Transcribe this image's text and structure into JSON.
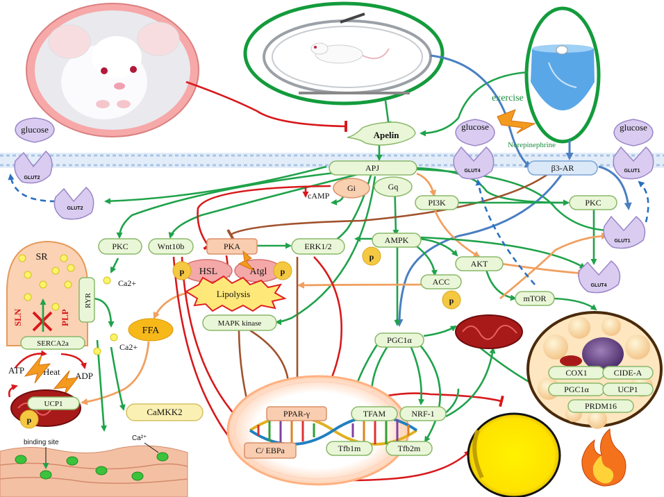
{
  "labels": {
    "apelin": "Apelin",
    "apj": "APJ",
    "gi": "Gi",
    "gq": "Gq",
    "camp": "cAMP",
    "pi3k": "PI3K",
    "pkc_right": "PKC",
    "pkc_left": "PKC",
    "wnt10b": "Wnt10b",
    "pka": "PKA",
    "erk": "ERK1/2",
    "ampk": "AMPK",
    "akt": "AKT",
    "acc": "ACC",
    "mtor": "mTOR",
    "hsl": "HSL",
    "atgl": "Atgl",
    "lipolysis": "Lipolysis",
    "mapk": "MAPK kinase",
    "ffa": "FFA",
    "ca_upper": "Ca2+",
    "ca_lower": "Ca2+",
    "sr": "SR",
    "sln": "SLN",
    "plp": "PLP",
    "ryr": "RYR",
    "serca": "SERCA2a",
    "atp": "ATP",
    "adp": "ADP",
    "heat": "Heat",
    "ucp1_left": "UCP1",
    "camkk2": "CaMKK2",
    "pgc1a": "PGC1α",
    "tfam": "TFAM",
    "nrf1": "NRF-1",
    "tfb1m": "Tfb1m",
    "tfb2m": "Tfb2m",
    "pparg": "PPAR-γ",
    "cebpa": "C/ EBPa",
    "exercise": "exercise",
    "norepinephrine": "Norepinephrine",
    "b3ar": "β3-AR",
    "glucose_left": "glucose",
    "glucose_mid": "glucose",
    "glucose_right": "glucose",
    "glut2_top": "GLUT2",
    "glut2_bottom": "GLUT2",
    "glut4_top": "GLUT4",
    "glut4_bottom": "GLUT4",
    "glut1_top": "GLUT1",
    "glut1_bottom": "GLUT1",
    "p": "p",
    "binding_site": "binding site",
    "ca2_plus": "Ca²⁺",
    "cox1": "COX1",
    "cidea": "CIDE-A",
    "pgc1a_cell": "PGC1α",
    "ucp1_cell": "UCP1",
    "prdm16": "PRDM16"
  },
  "colors": {
    "activation": "#1fa24a",
    "inhibition": "#d7191c",
    "beta_path": "#4a7fc1",
    "fatty_acid": "#f0a060",
    "pill_fill": "#eaf6d8",
    "pill_stroke": "#88b868",
    "phospho": "#f5c842",
    "glut": "#d9ccf0",
    "pka": "#f9cdb0"
  },
  "icons": [
    "mouse-photo-icon",
    "running-wheel-icon",
    "swimming-mouse-icon",
    "mitochondrion-icon",
    "lightning-icon",
    "flame-icon",
    "brown-adipocyte-icon",
    "white-adipocyte-icon",
    "dna-helix-icon",
    "muscle-fiber-icon"
  ]
}
